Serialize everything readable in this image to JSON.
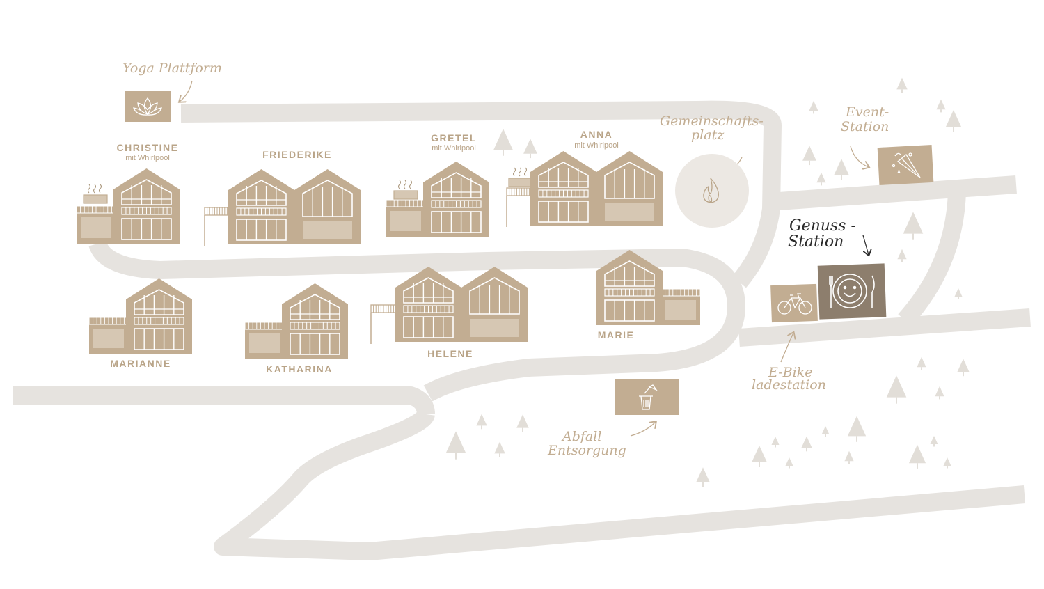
{
  "colors": {
    "road": "#e6e3df",
    "house": "#c2ad92",
    "house_panel": "#d6c7b3",
    "label": "#b9a488",
    "tree": "#e2ded8",
    "icon_box": "#c2ad92",
    "icon_box_dark": "#8d7e6d",
    "fire_circle": "#ece8e3"
  },
  "houses": {
    "christine": {
      "name": "CHRISTINE",
      "note": "mit Whirlpool"
    },
    "friederike": {
      "name": "FRIEDERIKE"
    },
    "gretel": {
      "name": "GRETEL",
      "note": "mit Whirlpool"
    },
    "anna": {
      "name": "ANNA",
      "note": "mit Whirlpool"
    },
    "marianne": {
      "name": "MARIANNE"
    },
    "katharina": {
      "name": "KATHARINA"
    },
    "helene": {
      "name": "HELENE"
    },
    "marie": {
      "name": "MARIE"
    }
  },
  "places": {
    "yoga": {
      "label": "Yoga Plattform",
      "icon": "lotus-icon"
    },
    "gemeinschaft": {
      "line1": "Gemeinschafts-",
      "line2": "platz",
      "icon": "fire-icon"
    },
    "event": {
      "line1": "Event-",
      "line2": "Station",
      "icon": "party-popper-icon"
    },
    "genuss": {
      "line1": "Genuss -",
      "line2": "Station",
      "icon": "plate-cutlery-icon"
    },
    "ebike": {
      "line1": "E-Bike",
      "line2": "ladestation",
      "icon": "bicycle-icon"
    },
    "abfall": {
      "line1": "Abfall",
      "line2": "Entsorgung",
      "icon": "trash-icon"
    }
  }
}
